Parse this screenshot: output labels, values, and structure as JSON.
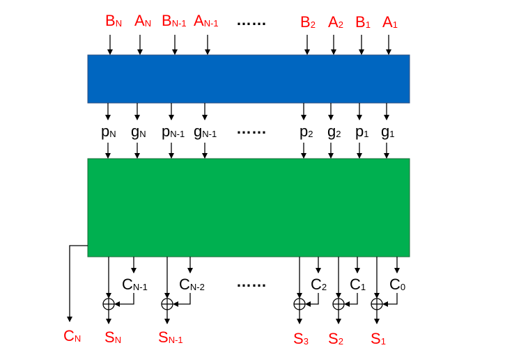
{
  "colors": {
    "top_block": "#0066c0",
    "bottom_block": "#00b050",
    "input_labels": "#ff0000",
    "output_labels": "#ff0000",
    "internal_labels": "#000000"
  },
  "inputs": [
    {
      "main": "B",
      "sub": "N"
    },
    {
      "main": "A",
      "sub": "N"
    },
    {
      "main": "B",
      "sub": "N-1"
    },
    {
      "main": "A",
      "sub": "N-1"
    },
    {
      "main": "B",
      "sub": "2"
    },
    {
      "main": "A",
      "sub": "2"
    },
    {
      "main": "B",
      "sub": "1"
    },
    {
      "main": "A",
      "sub": "1"
    }
  ],
  "pg_signals": [
    {
      "main": "p",
      "sub": "N"
    },
    {
      "main": "g",
      "sub": "N"
    },
    {
      "main": "p",
      "sub": "N-1"
    },
    {
      "main": "g",
      "sub": "N-1"
    },
    {
      "main": "p",
      "sub": "2"
    },
    {
      "main": "g",
      "sub": "2"
    },
    {
      "main": "p",
      "sub": "1"
    },
    {
      "main": "g",
      "sub": "1"
    }
  ],
  "carries": [
    {
      "main": "C",
      "sub": "N-1"
    },
    {
      "main": "C",
      "sub": "N-2"
    },
    {
      "main": "C",
      "sub": "2"
    },
    {
      "main": "C",
      "sub": "1"
    },
    {
      "main": "C",
      "sub": "0"
    }
  ],
  "sums": [
    {
      "main": "S",
      "sub": "N"
    },
    {
      "main": "S",
      "sub": "N-1"
    },
    {
      "main": "S",
      "sub": "3"
    },
    {
      "main": "S",
      "sub": "2"
    },
    {
      "main": "S",
      "sub": "1"
    }
  ],
  "carry_out": {
    "main": "C",
    "sub": "N"
  },
  "ellipsis": "……"
}
